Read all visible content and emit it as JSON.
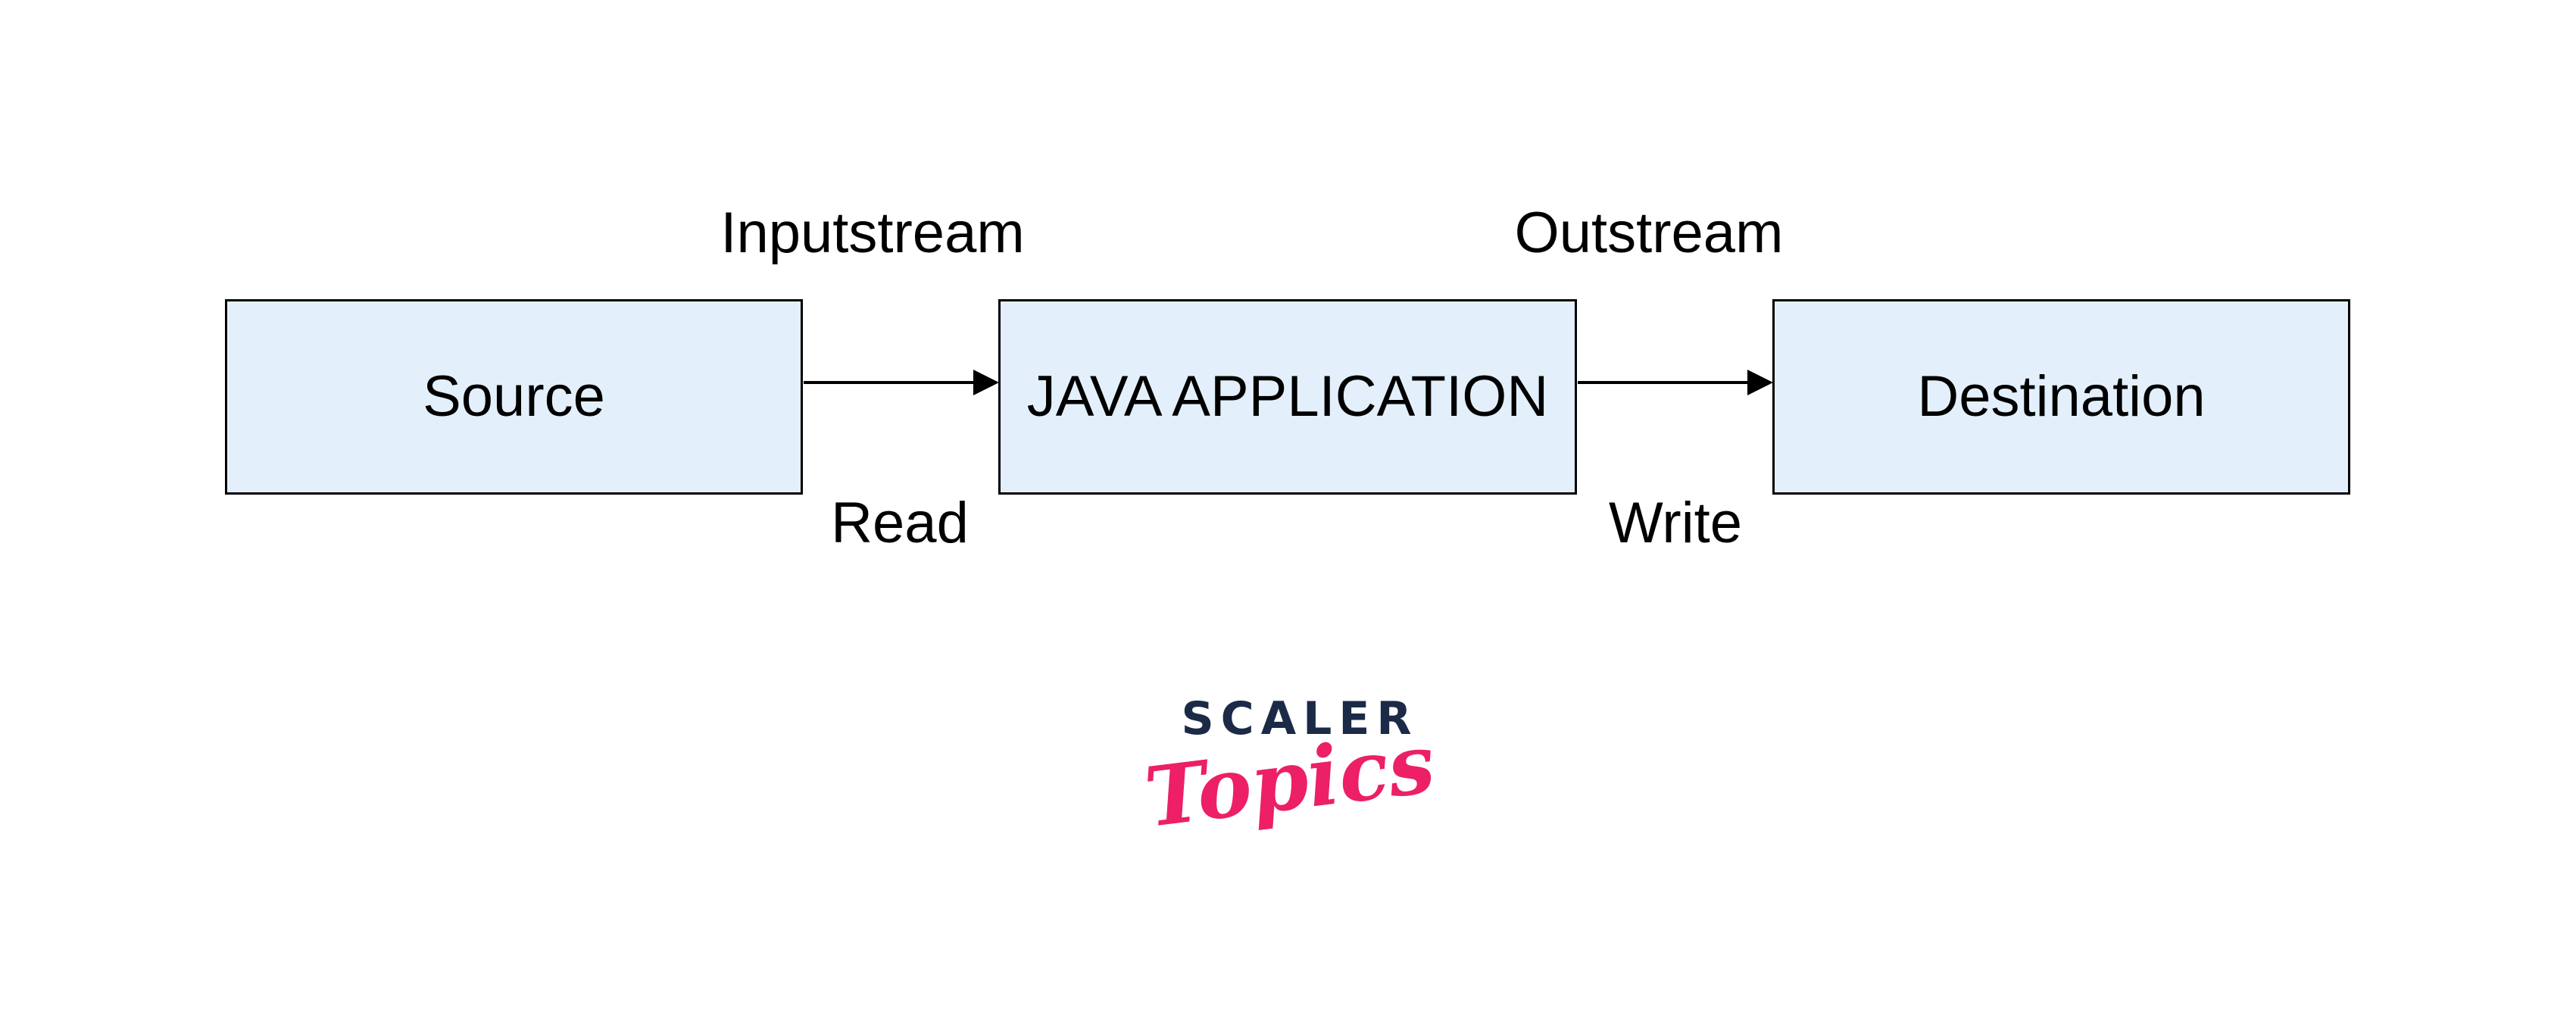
{
  "canvas": {
    "background": "#ffffff"
  },
  "diagram": {
    "boxes": [
      {
        "id": "source",
        "label": "Source"
      },
      {
        "id": "java-application",
        "label": "JAVA APPLICATION"
      },
      {
        "id": "destination",
        "label": "Destination"
      }
    ],
    "arrows": [
      {
        "from": "source",
        "to": "java-application",
        "direction": "right",
        "label_above": "Inputstream",
        "label_below": "Read"
      },
      {
        "from": "java-application",
        "to": "destination",
        "direction": "right",
        "label_above": "Outstream",
        "label_below": "Write"
      }
    ],
    "colors": {
      "box_fill": "#e3f0fb",
      "box_border": "#000000",
      "arrow": "#000000",
      "text": "#000000"
    }
  },
  "logo": {
    "brand": "SCALER",
    "sub": "Topics",
    "brand_color": "#1b2a47",
    "sub_color": "#ec1f67"
  }
}
